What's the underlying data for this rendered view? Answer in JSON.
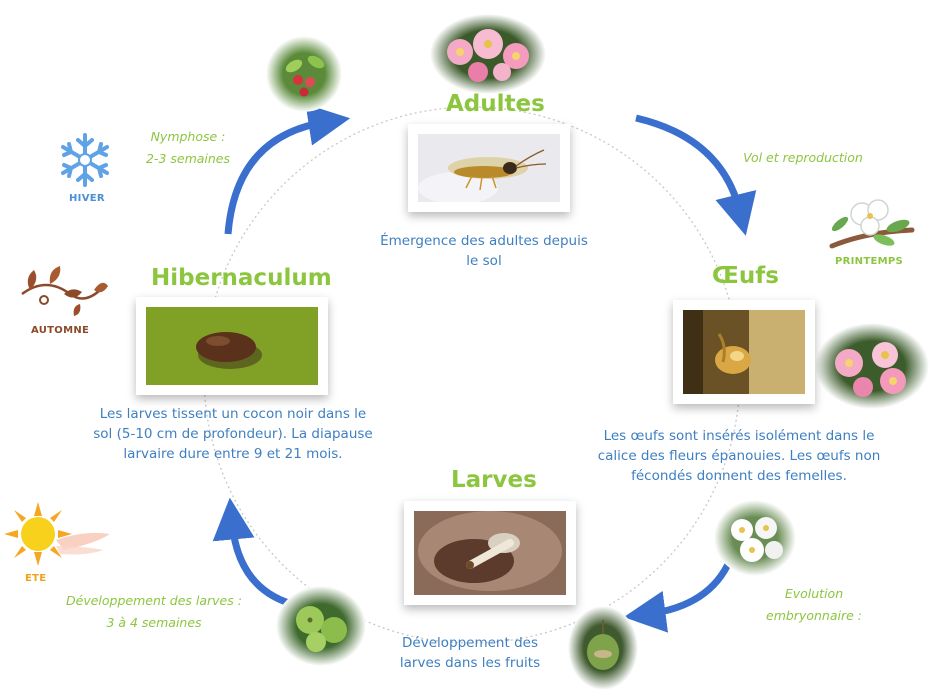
{
  "stages": {
    "adultes": {
      "title": "Adultes",
      "desc_line1": "Émergence des adultes depuis",
      "desc_line2": "le sol"
    },
    "oeufs": {
      "title": "Œufs",
      "desc_line1": "Les œufs sont insérés isolément dans le",
      "desc_line2": "calice des fleurs épanouies. Les œufs non",
      "desc_line3": "fécondés donnent des femelles."
    },
    "larves": {
      "title": "Larves",
      "desc_line1": "Développement des",
      "desc_line2": "larves dans les fruits"
    },
    "hibernaculum": {
      "title": "Hibernaculum",
      "desc_line1": "Les larves tissent un cocon noir dans le",
      "desc_line2": "sol (5-10 cm de profondeur). La diapause",
      "desc_line3": "larvaire dure entre 9 et 21 mois."
    }
  },
  "transitions": {
    "nymphose": {
      "line1": "Nymphose :",
      "line2": "2-3 semaines"
    },
    "vol": {
      "line1": "Vol et reproduction"
    },
    "evolution": {
      "line1": "Evolution",
      "line2": "embryonnaire :"
    },
    "developpement": {
      "line1": "Développement des larves :",
      "line2": "3 à 4 semaines"
    }
  },
  "seasons": {
    "hiver": "HIVER",
    "printemps": "PRINTEMPS",
    "automne": "AUTOMNE",
    "ete": "ETE"
  },
  "colors": {
    "title_green": "#8cc63f",
    "text_blue": "#3e7fc1",
    "arrow_blue": "#3a6fce",
    "autumn_brown": "#8b4a2a",
    "summer_orange": "#f2a21b",
    "winter_blue": "#4a8fd8"
  }
}
